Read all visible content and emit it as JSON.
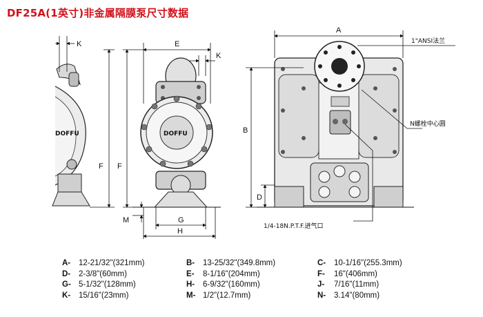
{
  "title": "DF25A(1英寸)非金属隔膜泵尺寸数据",
  "labels": {
    "A": "A",
    "B": "B",
    "D": "D",
    "E": "E",
    "F": "F",
    "G": "G",
    "H": "H",
    "K": "K",
    "M": "M"
  },
  "callouts": {
    "flange": "1\"ANSI法兰",
    "bolt_circle": "N螺栓中心圆",
    "air_inlet": "1/4-18N.P.T.F.进气口"
  },
  "logo_text": "DOFFU",
  "dimensions": [
    [
      {
        "key": "A-",
        "value": "12-21/32\"(321mm)"
      },
      {
        "key": "B-",
        "value": "13-25/32\"(349.8mm)"
      },
      {
        "key": "C-",
        "value": "10-1/16\"(255.3mm)"
      }
    ],
    [
      {
        "key": "D-",
        "value": "2-3/8\"(60mm)"
      },
      {
        "key": "E-",
        "value": "8-1/16\"(204mm)"
      },
      {
        "key": "F-",
        "value": "16\"(406mm)"
      }
    ],
    [
      {
        "key": "G-",
        "value": "5-1/32\"(128mm)"
      },
      {
        "key": "H-",
        "value": "6-9/32\"(160mm)"
      },
      {
        "key": "J-",
        "value": "7/16\"(11mm)"
      }
    ],
    [
      {
        "key": "K-",
        "value": "15/16\"(23mm)"
      },
      {
        "key": "M-",
        "value": "1/2\"(12.7mm)"
      },
      {
        "key": "N-",
        "value": "3.14\"(80mm)"
      }
    ]
  ],
  "colors": {
    "title": "#d0121b",
    "line": "#111111",
    "body_light": "#e6e6e6",
    "body_dark": "#333333"
  }
}
